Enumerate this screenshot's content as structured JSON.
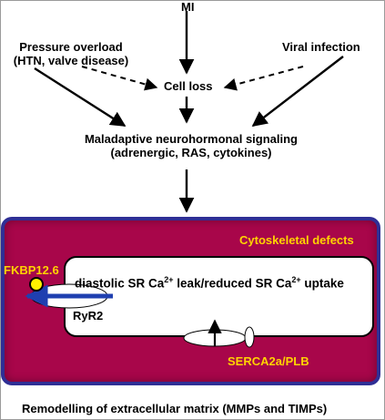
{
  "top": {
    "mi": "MI",
    "pressure_line1": "Pressure overload",
    "pressure_line2": "(HTN, valve disease)",
    "viral": "Viral infection",
    "cell_loss": "Cell loss",
    "signaling_line1": "Maladaptive neurohormonal signaling",
    "signaling_line2": "(adrenergic, RAS, cytokines)"
  },
  "cell": {
    "cytoskeletal": "Cytoskeletal defects",
    "fkbp": "FKBP12.6",
    "sr_text_a": "diastolic SR Ca",
    "sr_sup_a": "2+",
    "sr_text_b": " leak/reduced SR Ca",
    "sr_sup_b": "2+",
    "sr_text_c": " uptake",
    "ryr2": "RyR2",
    "serca": "SERCA2a/PLB"
  },
  "bottom": {
    "remodelling": "Remodelling of extracellular matrix (MMPs and TIMPs)"
  },
  "colors": {
    "cell_fill": "#a8064a",
    "cell_border": "#2f2f95",
    "label_yellow": "#ffd400",
    "ryr_arrow": "#1f3fb0",
    "fkbp_fill": "#fff200"
  }
}
